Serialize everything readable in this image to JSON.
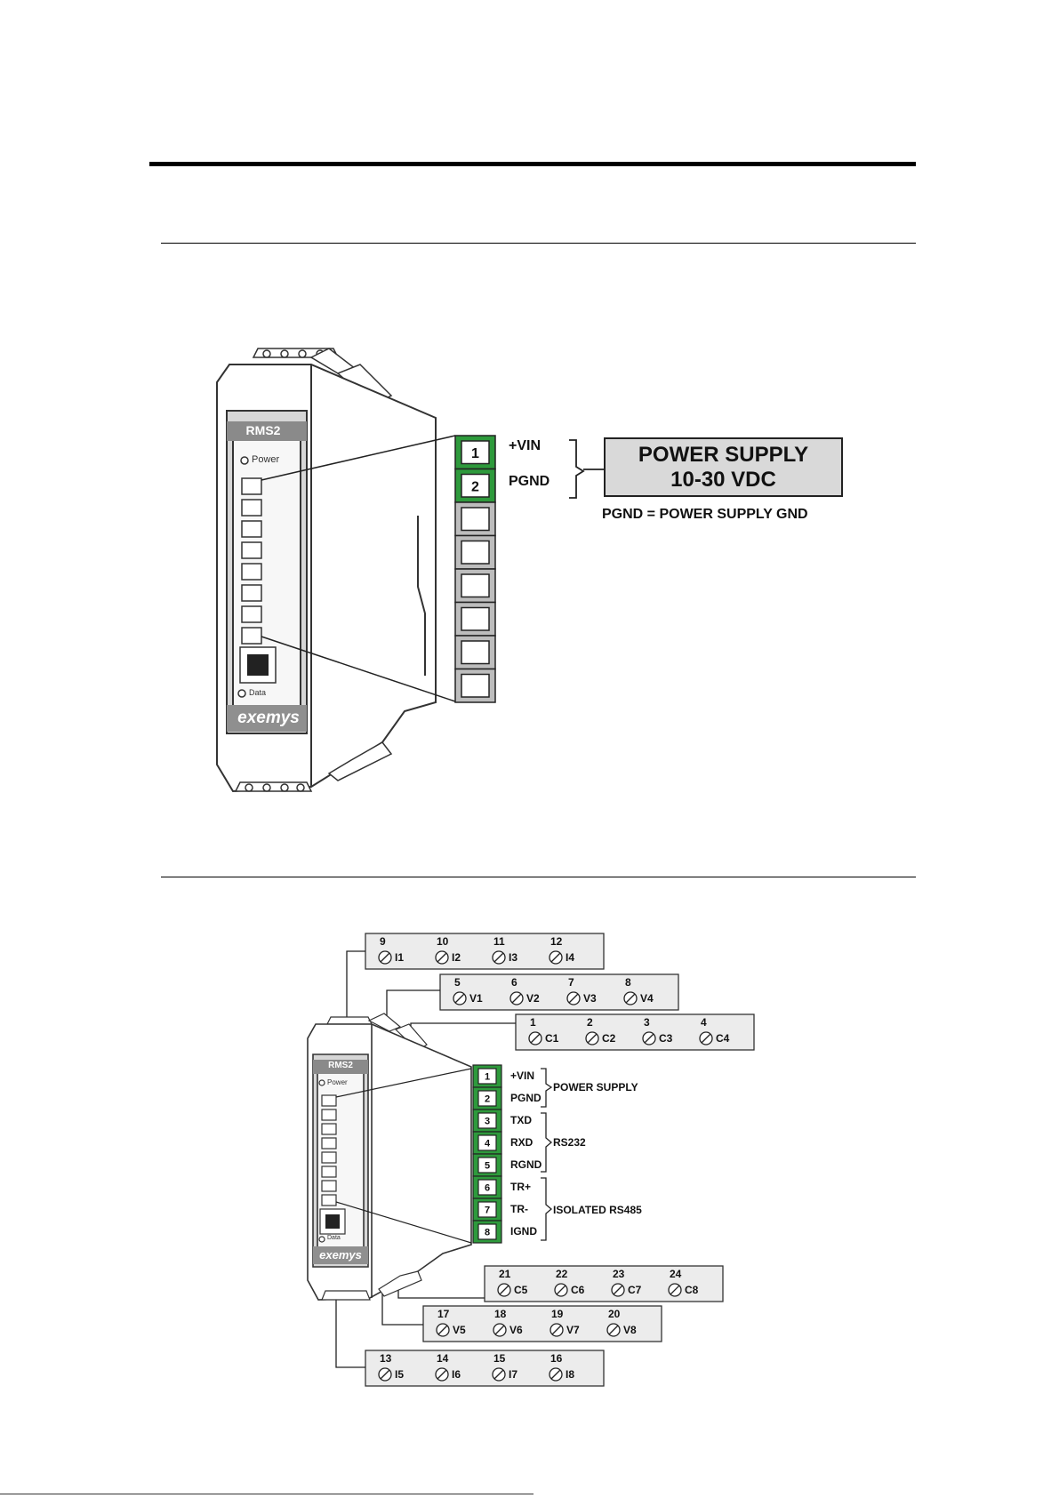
{
  "figure1": {
    "device_label": "RMS2",
    "power_led_label": "Power",
    "data_led_label": "Data",
    "brand": "exemys",
    "terminals": [
      {
        "number": "1",
        "signal": "+VIN"
      },
      {
        "number": "2",
        "signal": "PGND"
      }
    ],
    "empty_terminal_count": 6,
    "power_supply_line1": "POWER SUPPLY",
    "power_supply_line2": "10-30 VDC",
    "note": "PGND = POWER SUPPLY GND",
    "colors": {
      "terminal_green": "#2e9a3c",
      "terminal_gray": "#bdbdbd",
      "box_fill": "#d9d9d9"
    }
  },
  "figure2": {
    "device_label": "RMS2",
    "power_led_label": "Power",
    "data_led_label": "Data",
    "brand": "exemys",
    "terminals": [
      {
        "number": "1",
        "signal": "+VIN"
      },
      {
        "number": "2",
        "signal": "PGND"
      },
      {
        "number": "3",
        "signal": "TXD"
      },
      {
        "number": "4",
        "signal": "RXD"
      },
      {
        "number": "5",
        "signal": "RGND"
      },
      {
        "number": "6",
        "signal": "TR+"
      },
      {
        "number": "7",
        "signal": "TR-"
      },
      {
        "number": "8",
        "signal": "IGND"
      }
    ],
    "groups": [
      {
        "label": "POWER SUPPLY"
      },
      {
        "label": "RS232"
      },
      {
        "label": "ISOLATED RS485"
      }
    ],
    "strips": [
      {
        "id": "top_i",
        "cells": [
          [
            "9",
            "I1"
          ],
          [
            "10",
            "I2"
          ],
          [
            "11",
            "I3"
          ],
          [
            "12",
            "I4"
          ]
        ]
      },
      {
        "id": "top_v",
        "cells": [
          [
            "5",
            "V1"
          ],
          [
            "6",
            "V2"
          ],
          [
            "7",
            "V3"
          ],
          [
            "8",
            "V4"
          ]
        ]
      },
      {
        "id": "top_c",
        "cells": [
          [
            "1",
            "C1"
          ],
          [
            "2",
            "C2"
          ],
          [
            "3",
            "C3"
          ],
          [
            "4",
            "C4"
          ]
        ]
      },
      {
        "id": "bot_c",
        "cells": [
          [
            "21",
            "C5"
          ],
          [
            "22",
            "C6"
          ],
          [
            "23",
            "C7"
          ],
          [
            "24",
            "C8"
          ]
        ]
      },
      {
        "id": "bot_v",
        "cells": [
          [
            "17",
            "V5"
          ],
          [
            "18",
            "V6"
          ],
          [
            "19",
            "V7"
          ],
          [
            "20",
            "V8"
          ]
        ]
      },
      {
        "id": "bot_i",
        "cells": [
          [
            "13",
            "I5"
          ],
          [
            "14",
            "I6"
          ],
          [
            "15",
            "I7"
          ],
          [
            "16",
            "I8"
          ]
        ]
      }
    ]
  }
}
